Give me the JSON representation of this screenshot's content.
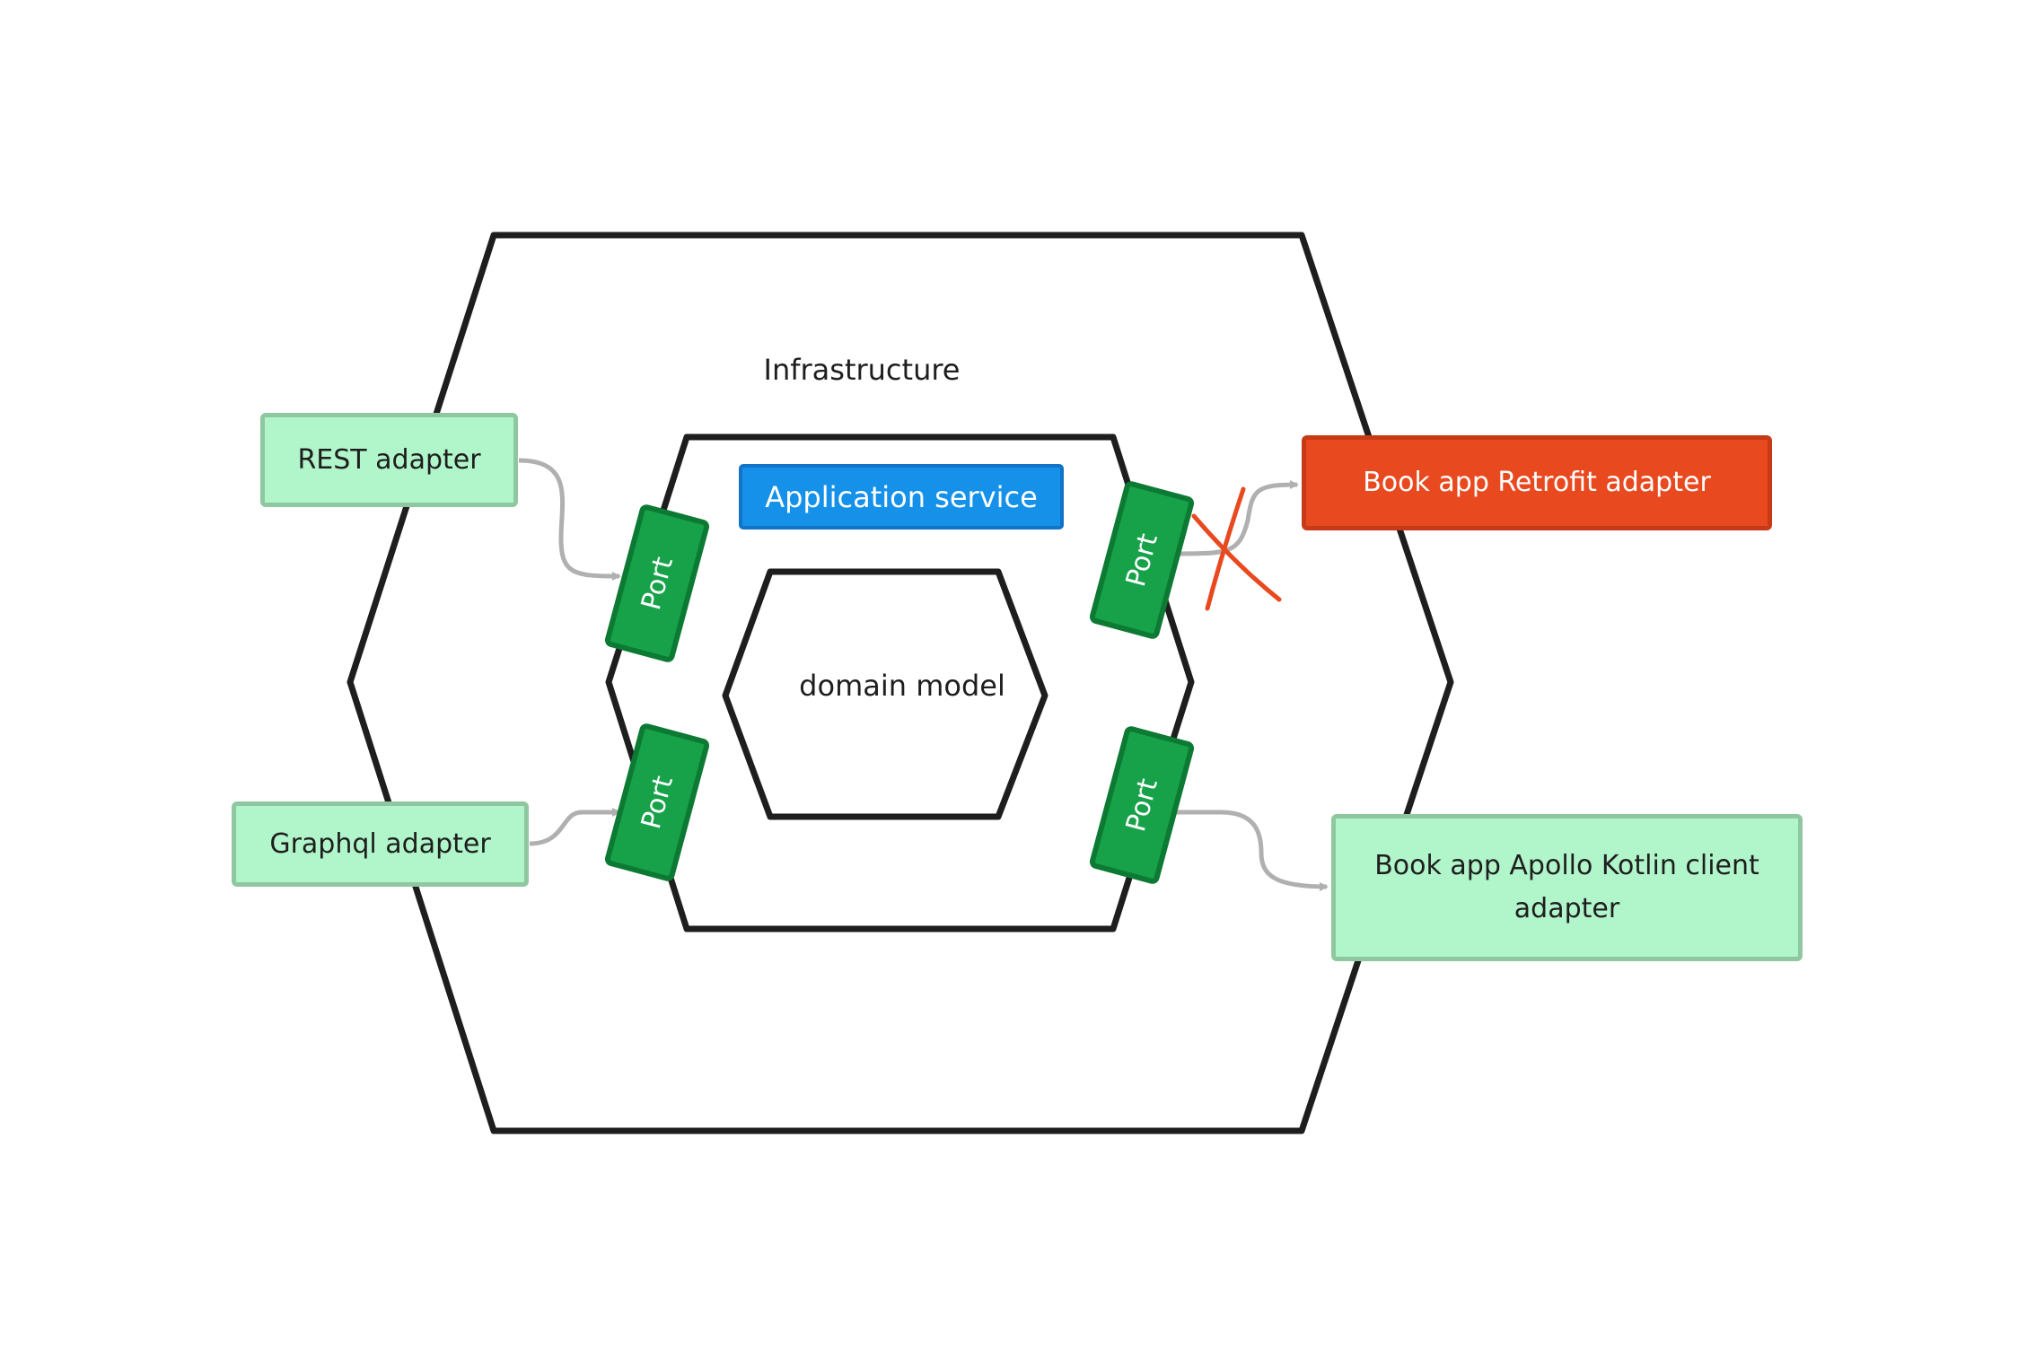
{
  "diagram": {
    "labels": {
      "infrastructure": "Infrastructure",
      "domain_model": "domain model",
      "application_service": "Application service",
      "port": "Port"
    },
    "adapters": {
      "rest": "REST adapter",
      "graphql": "Graphql adapter",
      "retrofit": "Book app Retrofit adapter",
      "apollo": "Book app Apollo Kotlin client adapter"
    },
    "colors": {
      "hexagon_stroke": "#1e1e1e",
      "adapter_green_fill": "#b1f5ca",
      "adapter_green_border": "#8fc8a0",
      "adapter_red_fill": "#e8491f",
      "application_service_fill": "#1591ea",
      "port_fill": "#17a24a",
      "arrow": "#b0b0b0",
      "cross_mark": "#e8491f"
    },
    "connections": [
      {
        "from": "REST adapter",
        "to": "Port",
        "status": "active"
      },
      {
        "from": "Graphql adapter",
        "to": "Port",
        "status": "active"
      },
      {
        "from": "Port",
        "to": "Book app Retrofit adapter",
        "status": "crossed-out"
      },
      {
        "from": "Port",
        "to": "Book app Apollo Kotlin client adapter",
        "status": "active"
      }
    ]
  }
}
